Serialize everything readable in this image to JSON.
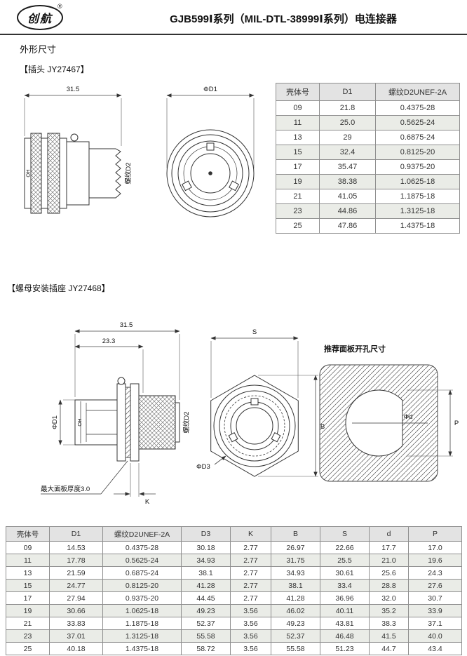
{
  "page": {
    "brand": "创航",
    "brand_reg": "®",
    "title": "GJB599Ⅰ系列（MIL-DTL-38999Ⅰ系列）电连接器",
    "section": "外形尺寸"
  },
  "colors": {
    "table_header_bg": "#e3e3e3",
    "table_alt_row_bg": "#eaece7"
  },
  "plug": {
    "heading": "【插头 JY27467】",
    "drawing": {
      "dim_length": "31.5",
      "thread": "螺纹D2",
      "oh": "OH",
      "dim_d1": "ΦD1"
    },
    "table": {
      "headers": [
        "壳体号",
        "D1",
        "螺纹D2UNEF-2A"
      ],
      "rows": [
        [
          "09",
          "21.8",
          "0.4375-28"
        ],
        [
          "11",
          "25.0",
          "0.5625-24"
        ],
        [
          "13",
          "29",
          "0.6875-24"
        ],
        [
          "15",
          "32.4",
          "0.8125-20"
        ],
        [
          "17",
          "35.47",
          "0.9375-20"
        ],
        [
          "19",
          "38.38",
          "1.0625-18"
        ],
        [
          "21",
          "41.05",
          "1.1875-18"
        ],
        [
          "23",
          "44.86",
          "1.3125-18"
        ],
        [
          "25",
          "47.86",
          "1.4375-18"
        ]
      ]
    }
  },
  "receptacle": {
    "heading": "【螺母安装插座 JY27468】",
    "drawing": {
      "dim_315": "31.5",
      "dim_233": "23.3",
      "dim_d1": "ΦD1",
      "thread": "螺纹D2",
      "oh": "OH",
      "panel_note": "最大面板厚度3.0",
      "dim_k": "K",
      "dim_s": "S",
      "dim_b": "B",
      "dim_d3": "ΦD3",
      "cutout_title": "推荐面板开孔尺寸",
      "dim_d": "Φd",
      "dim_p": "P"
    },
    "table": {
      "headers": [
        "壳体号",
        "D1",
        "螺纹D2UNEF-2A",
        "D3",
        "K",
        "B",
        "S",
        "d",
        "P"
      ],
      "rows": [
        [
          "09",
          "14.53",
          "0.4375-28",
          "30.18",
          "2.77",
          "26.97",
          "22.66",
          "17.7",
          "17.0"
        ],
        [
          "11",
          "17.78",
          "0.5625-24",
          "34.93",
          "2.77",
          "31.75",
          "25.5",
          "21.0",
          "19.6"
        ],
        [
          "13",
          "21.59",
          "0.6875-24",
          "38.1",
          "2.77",
          "34.93",
          "30.61",
          "25.6",
          "24.3"
        ],
        [
          "15",
          "24.77",
          "0.8125-20",
          "41.28",
          "2.77",
          "38.1",
          "33.4",
          "28.8",
          "27.6"
        ],
        [
          "17",
          "27.94",
          "0.9375-20",
          "44.45",
          "2.77",
          "41.28",
          "36.96",
          "32.0",
          "30.7"
        ],
        [
          "19",
          "30.66",
          "1.0625-18",
          "49.23",
          "3.56",
          "46.02",
          "40.11",
          "35.2",
          "33.9"
        ],
        [
          "21",
          "33.83",
          "1.1875-18",
          "52.37",
          "3.56",
          "49.23",
          "43.81",
          "38.3",
          "37.1"
        ],
        [
          "23",
          "37.01",
          "1.3125-18",
          "55.58",
          "3.56",
          "52.37",
          "46.48",
          "41.5",
          "40.0"
        ],
        [
          "25",
          "40.18",
          "1.4375-18",
          "58.72",
          "3.56",
          "55.58",
          "51.23",
          "44.7",
          "43.4"
        ]
      ]
    }
  }
}
